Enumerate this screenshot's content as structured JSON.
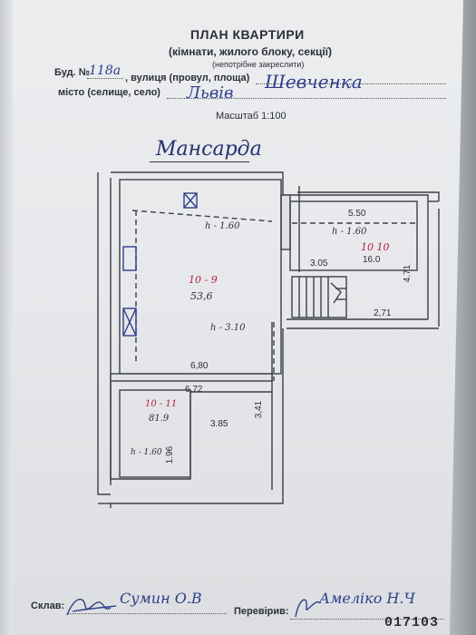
{
  "header": {
    "title": "ПЛАН КВАРТИРИ",
    "subtitle": "(кімнати, жилого блоку, секції)",
    "note": "(непотрібне закреслити)"
  },
  "address": {
    "building_label": "Буд. №",
    "building_number": "118а",
    "street_label": ", вулиця (провул, площа)",
    "street_value": "Шевченка",
    "city_label": "місто (селище, село)",
    "city_value": "Львів"
  },
  "scale": "Масштаб 1:100",
  "floor_name": "Мансарда",
  "plan": {
    "room_large": {
      "height_label": "h - 1.60",
      "number": "10 - 9",
      "area": "53,6",
      "height_label_2": "h - 3.10",
      "width_dim": "6,80"
    },
    "room_right": {
      "width_dim": "5.50",
      "height_label": "h - 1.60",
      "number": "10 10",
      "area": "16.0",
      "dim_left": "3.05",
      "dim_right": "4.71",
      "dim_bottom": "2,71"
    },
    "room_bottom": {
      "width_dim": "6,72",
      "number": "10 - 11",
      "area": "81.9",
      "dim_mid": "3.85",
      "dim_side": "3,41",
      "height_label": "h - 1.60",
      "dim_left": "1.96"
    }
  },
  "footer": {
    "compiled_label": "Склав:",
    "compiled_name": "Сумин О.В",
    "checked_label": "Перевірив:",
    "checked_name": "Амеліко Н.Ч",
    "serial": "017103"
  }
}
